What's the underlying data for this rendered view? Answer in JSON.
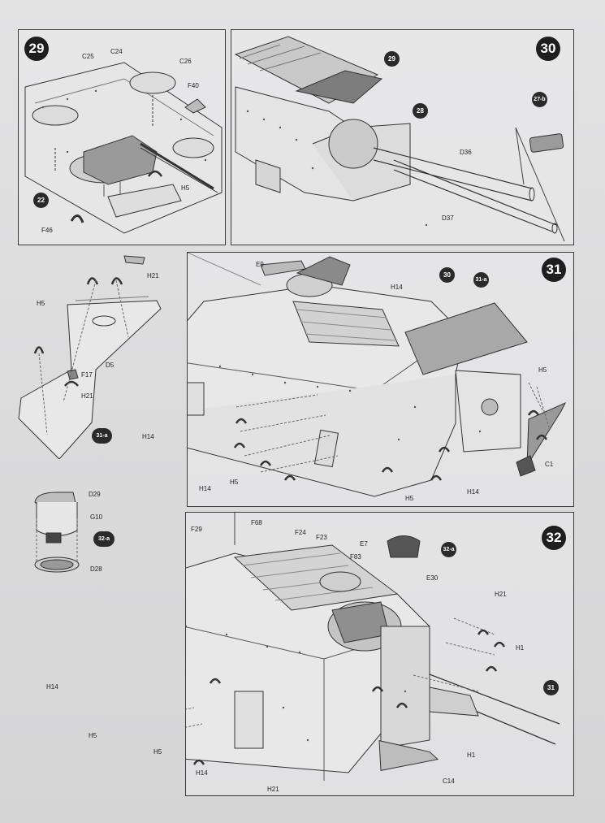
{
  "steps": {
    "s29": {
      "number": "29",
      "ref_22": "22",
      "parts": {
        "c25": "C25",
        "c24": "C24",
        "c26": "C26",
        "f40": "F40",
        "h5": "H5",
        "f46": "F46"
      }
    },
    "s30": {
      "number": "30",
      "ref_29": "29",
      "ref_28": "28",
      "ref_27b": "27-b",
      "parts": {
        "d36": "D36",
        "d37": "D37"
      }
    },
    "s31a": {
      "ref": "31-a",
      "parts": {
        "h21": "H21",
        "h5": "H5",
        "d5": "D5",
        "f17": "F17",
        "h21b": "H21"
      }
    },
    "s32a": {
      "ref": "32-a",
      "parts": {
        "d29": "D29",
        "g10": "G10",
        "d28": "D28"
      }
    },
    "s31": {
      "number": "31",
      "ref_30": "30",
      "ref_31a": "31-a",
      "parts": {
        "e9": "E9",
        "h14_top": "H14",
        "h5_right": "H5",
        "c1": "C1",
        "h14_left": "H14",
        "h14_bottom_left": "H14",
        "h5_bottom": "H5",
        "h5_bottom_right": "H5",
        "h14_right": "H14"
      }
    },
    "s32": {
      "number": "32",
      "ref_32a": "32-a",
      "ref_31": "31",
      "parts": {
        "f68": "F68",
        "f29": "F29",
        "f24": "F24",
        "f23": "F23",
        "e7": "E7",
        "f83": "F83",
        "e30": "E30",
        "h21": "H21",
        "h1": "H1",
        "h14_left": "H14",
        "h5_left": "H5",
        "h5_mid": "H5",
        "h14_bottom": "H14",
        "h21_bottom": "H21",
        "h1_bottom": "H1",
        "c14": "C14"
      }
    }
  }
}
